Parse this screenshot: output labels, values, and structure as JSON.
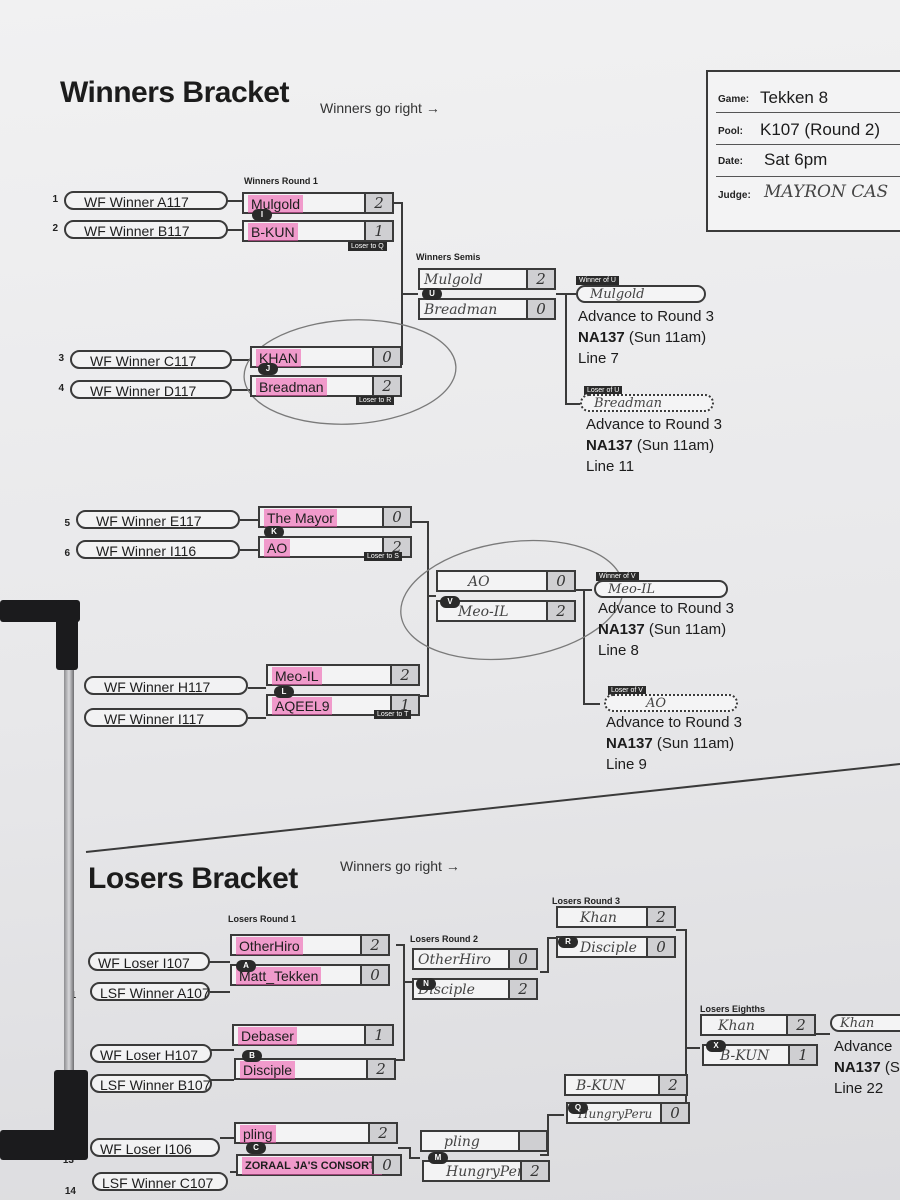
{
  "winners": {
    "title": "Winners Bracket",
    "subtitle": "Winners go right →",
    "round1_label": "Winners Round 1",
    "semis_label": "Winners Semis",
    "seeds": {
      "s1": "1",
      "s2": "2",
      "s3": "3",
      "s4": "4",
      "s5": "5",
      "s6": "6"
    },
    "entries": {
      "e1": "WF Winner A117",
      "e2": "WF Winner B117",
      "e3": "WF Winner C117",
      "e4": "WF Winner D117",
      "e5": "WF Winner E117",
      "e6": "WF Winner I116",
      "e7": "WF Winner H117",
      "e8": "WF Winner I117"
    },
    "match_I": {
      "badge": "I",
      "p1": "Mulgold",
      "s1": "2",
      "p2": "B-KUN",
      "s2": "1",
      "loser": "Loser to Q"
    },
    "match_J": {
      "badge": "J",
      "p1": "KHAN",
      "s1": "0",
      "p2": "Breadman",
      "s2": "2",
      "loser": "Loser to R"
    },
    "match_K": {
      "badge": "K",
      "p1": "The Mayor",
      "s1": "0",
      "p2": "AO",
      "s2": "2",
      "loser": "Loser to S"
    },
    "match_L": {
      "badge": "L",
      "p1": "Meo-IL",
      "s1": "2",
      "p2": "AQEEL9",
      "s2": "1",
      "loser": "Loser to T"
    },
    "match_U": {
      "badge": "U",
      "p1": "Mulgold",
      "s1": "2",
      "p2": "Breadman",
      "s2": "0"
    },
    "match_V": {
      "badge": "V",
      "p1": "AO",
      "s1": "0",
      "p2": "Meo-IL",
      "s2": "2"
    },
    "out_U_win": {
      "tag": "Winner of U",
      "name": "Mulgold",
      "l1": "Advance to Round 3",
      "l2b": "NA137",
      "l2": " (Sun 11am)",
      "l3": "Line 7"
    },
    "out_U_lose": {
      "tag": "Loser of U",
      "name": "Breadman",
      "l1": "Advance to Round 3",
      "l2b": "NA137",
      "l2": " (Sun 11am)",
      "l3": "Line 11"
    },
    "out_V_win": {
      "tag": "Winner of V",
      "name": "Meo-IL",
      "l1": "Advance to Round 3",
      "l2b": "NA137",
      "l2": " (Sun 11am)",
      "l3": "Line 8"
    },
    "out_V_lose": {
      "tag": "Loser of V",
      "name": "AO",
      "l1": "Advance to Round 3",
      "l2b": "NA137",
      "l2": " (Sun 11am)",
      "l3": "Line 9"
    }
  },
  "info": {
    "game_label": "Game:",
    "game": "Tekken 8",
    "pool_label": "Pool:",
    "pool": "K107 (Round 2)",
    "date_label": "Date:",
    "date": "Sat 6pm",
    "judge_label": "Judge:",
    "judge": "MAYRON CAS"
  },
  "losers": {
    "title": "Losers Bracket",
    "subtitle": "Winners go right →",
    "r1_label": "Losers Round 1",
    "r2_label": "Losers Round 2",
    "r3_label": "Losers Round 3",
    "r8_label": "Losers Eighths",
    "seeds": {
      "s12": "1",
      "s13": "13",
      "s14": "14"
    },
    "entries": {
      "e1": "WF Loser I107",
      "e2": "LSF Winner A107",
      "e3": "WF Loser H107",
      "e4": "LSF Winner B107",
      "e5": "WF Loser I106",
      "e6": "LSF Winner C107"
    },
    "match_A": {
      "badge": "A",
      "p1": "OtherHiro",
      "s1": "2",
      "p2": "Matt_Tekken",
      "s2": "0"
    },
    "match_B": {
      "badge": "B",
      "p1": "Debaser",
      "s1": "1",
      "p2": "Disciple",
      "s2": "2"
    },
    "match_C": {
      "badge": "C",
      "p1": "pling",
      "s1": "2",
      "p2": "ZORAAL JA'S CONSORTI",
      "s2": "0"
    },
    "match_N": {
      "badge": "N",
      "p1": "OtherHiro",
      "s1": "0",
      "p2": "Disciple",
      "s2": "2"
    },
    "match_M": {
      "badge": "M",
      "p1": "pling",
      "s1": "",
      "p2": "HungryPeru",
      "s2": "2"
    },
    "match_R": {
      "badge": "R",
      "p1": "Khan",
      "s1": "2",
      "p2": "Disciple",
      "s2": "0"
    },
    "match_Q": {
      "badge": "Q",
      "p1": "B-KUN",
      "s1": "2",
      "p2": "HungryPeru",
      "s2": "0"
    },
    "match_X": {
      "badge": "X",
      "p1": "Khan",
      "s1": "2",
      "p2": "B-KUN",
      "s2": "1"
    },
    "out_X": {
      "name": "Khan",
      "l1": "Advance",
      "l2b": "NA137",
      "l2": " (S",
      "l3": "Line 22"
    }
  }
}
